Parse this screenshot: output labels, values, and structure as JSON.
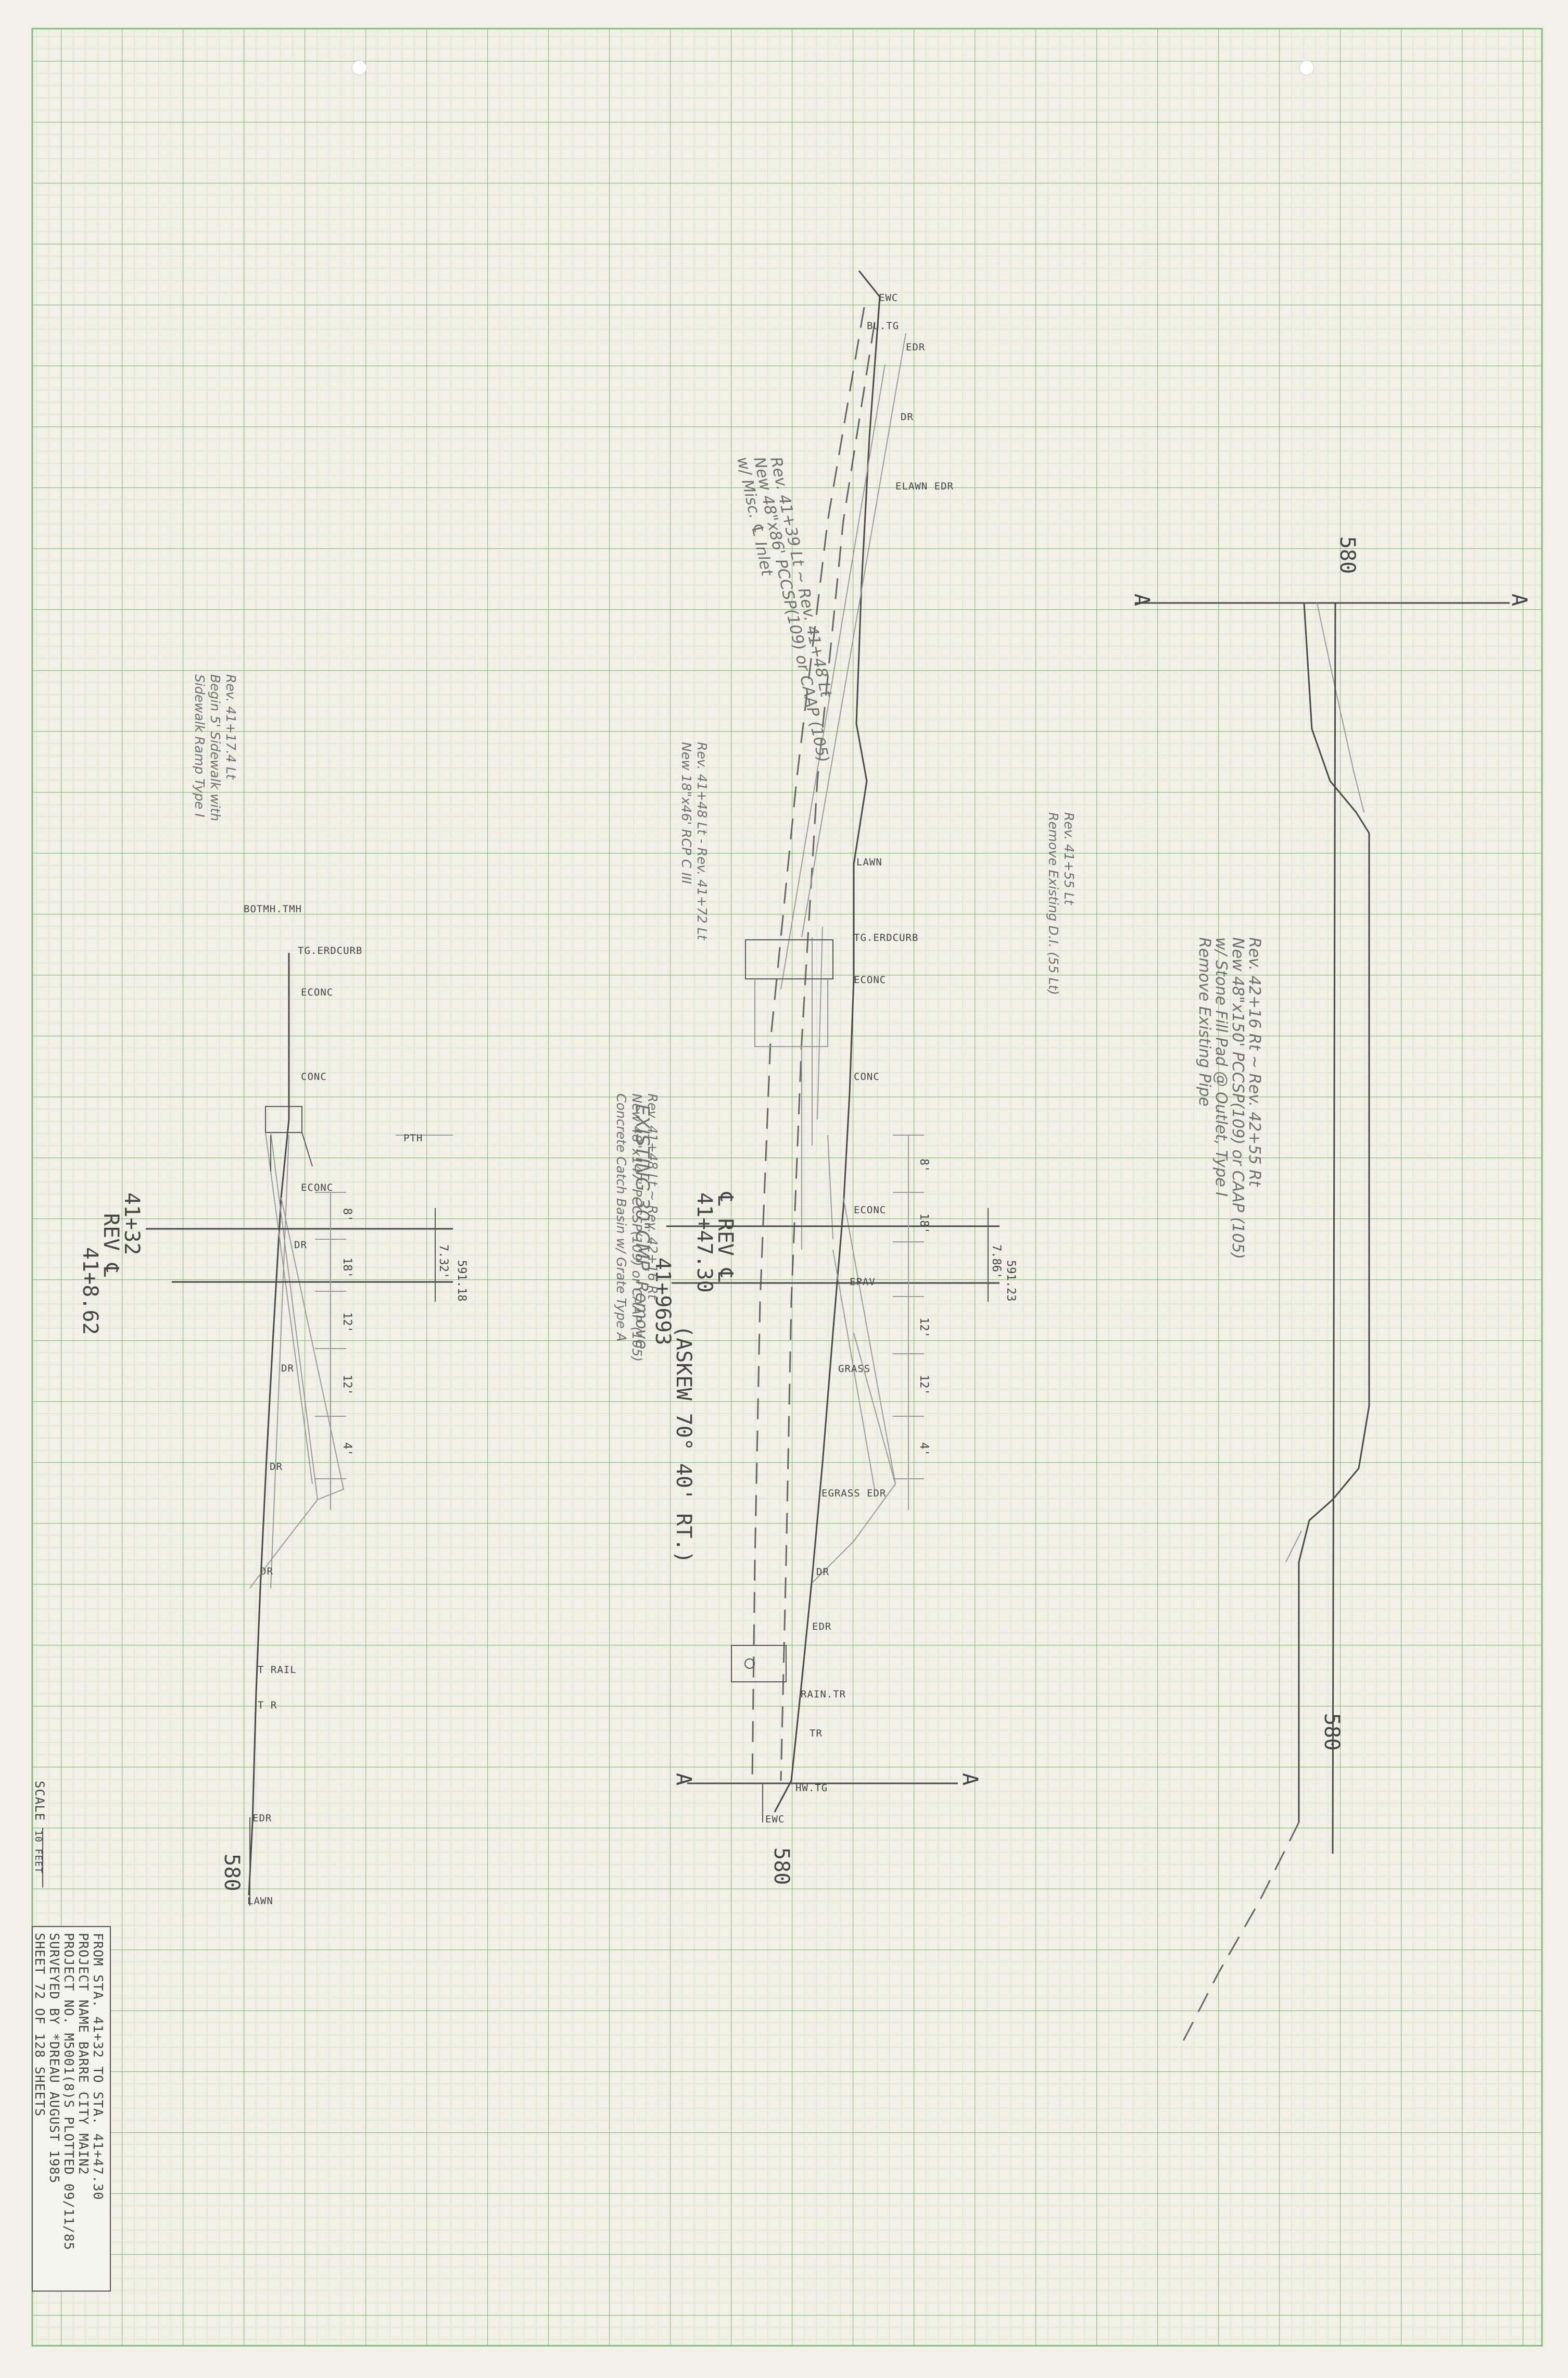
{
  "colors": {
    "paper": "#f1efe6",
    "grid_minor": "#bfe0b6",
    "grid_major": "#7fbf76",
    "ink": "#4a4a4a",
    "pencil": "#777777"
  },
  "left_section": {
    "labels": {
      "botmh": "BOTMH.TMH",
      "tg": "TG.ERDCURB",
      "econc1": "ECONC",
      "conc": "CONC",
      "econc2": "ECONC",
      "dr1": "DR",
      "dr2": "DR",
      "dr3": "DR",
      "dr4": "DR",
      "trail": "T RAIL",
      "tr": "T R",
      "edr": "EDR",
      "lawn": "LAWN",
      "pth": "PTH",
      "elev": "580"
    },
    "station": {
      "sta": "41+32",
      "rev": "REV ℄",
      "rev_sta": "41+8.62"
    },
    "dims": {
      "d8": "8'",
      "d18": "18'",
      "d12a": "12'",
      "d12b": "12'",
      "d4": "4'",
      "offset": "7.32'",
      "elev_val": "591.18"
    },
    "notes": {
      "rev_note1": "Rev. 41+17.4 Lt",
      "rev_note2": "Begin 5' Sidewalk with",
      "rev_note3": "Sidewalk Ramp Type I"
    }
  },
  "center_section": {
    "labels": {
      "ewc_top": "EWC",
      "bu_tg": "BU.TG",
      "edr_top": "EDR",
      "dr_top": "DR",
      "elawn_edr": "ELAWN EDR",
      "lawn": "LAWN",
      "tg": "TG.ERDCURB",
      "econc1": "ECONC",
      "conc": "CONC",
      "econc2": "ECONC",
      "epav": "EPAV",
      "grass": "GRASS",
      "egrass_edr": "EGRASS EDR",
      "dr": "DR",
      "edr_bot": "EDR",
      "rain_tr": "RAIN.TR",
      "tr": "TR",
      "hw_tg": "HW.TG",
      "ewc_bot": "EWC",
      "elev": "580",
      "a_left": "A",
      "a_right": "A"
    },
    "station": {
      "sta": "41+47.30",
      "rev": "℄ REV ℄",
      "rev_sta": "41+9693"
    },
    "culvert": {
      "existing": "EXISTING 30\"CMP",
      "remove": "Remove",
      "askew": "(ASKEW 70° 40' RT.)"
    },
    "dims": {
      "d8": "8'",
      "d18": "18'",
      "d12a": "12'",
      "d12b": "12'",
      "d4": "4'",
      "offset": "7.86'",
      "elev_val": "591.23"
    },
    "notes": {
      "rev_note1": "Rev. 41+39 Lt ~ Rev. 41+48 Lt",
      "rev_note2": "New 48\"x86' PCCSP(109) or CAAP (105)",
      "rev_note3": "w/ Misc. ℄ Inlet",
      "rev_note4": "Rev. 41+48 Lt - Rev. 41+72 Lt",
      "rev_note5": "New 18\"x46' RCP C III",
      "rev_note6": "Rev. 41+48 Lt ~ Rev. 42+16 Rt",
      "rev_note7": "New 48\"x147' PCCSP(109) or CAAP (105)",
      "rev_note8": "Concrete Catch Basin w/ Grate Type A"
    }
  },
  "right_section": {
    "labels": {
      "elev_top": "580",
      "elev_bot": "580",
      "a_left": "A",
      "a_right": "A"
    },
    "notes": {
      "rev_note1": "Rev. 41+55 Lt",
      "rev_note2": "Remove Existing D.I. (55 Lt)",
      "rev_note3": "Rev. 42+16 Rt ~ Rev. 42+55 Rt",
      "rev_note4": "New 48\"x150' PCCSP(109) or CAAP (105)",
      "rev_note5": "w/ Stone Fill Pad @ Outlet, Type I",
      "rev_note6": "Remove Existing Pipe"
    }
  },
  "scale": {
    "label": "SCALE",
    "value": "10 FEET"
  },
  "title_block": {
    "line1": "FROM STA.   41+32         TO STA.   41+47.30",
    "line2": "PROJECT NAME    BARRE CITY   MAIN2",
    "line3": "PROJECT NO.     M5001(8)S    PLOTTED 09/11/85",
    "line4": "SURVEYED BY    *DREAU     AUGUST 1985",
    "line5": "SHEET 72   OF  128 SHEETS"
  }
}
